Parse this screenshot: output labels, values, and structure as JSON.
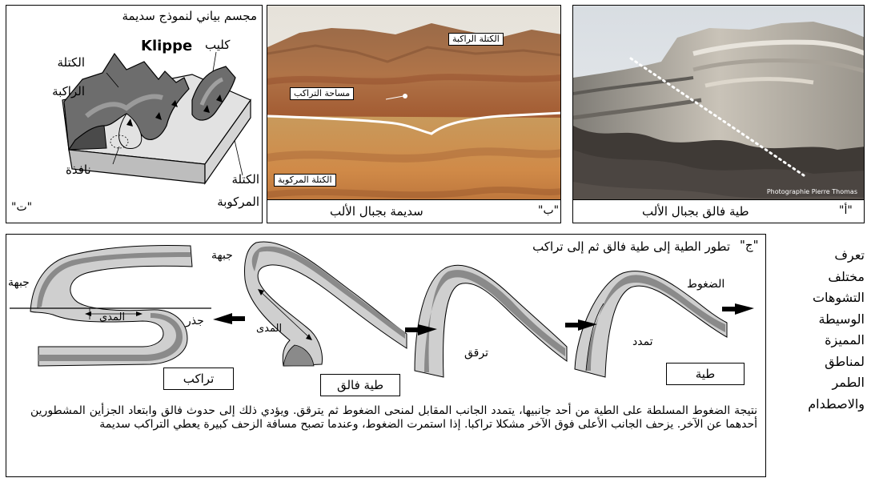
{
  "panel_ta": {
    "title": "مجسم بياني لنموذج سديمة",
    "klippe_ar": "كليب",
    "klippe_en": "Klippe",
    "upper_mass_1": "الكتلة",
    "upper_mass_2": "الراكبة",
    "window": "نافذة",
    "lower_mass_1": "الكتلة",
    "lower_mass_2": "المركوبة",
    "letter": "\"ت\""
  },
  "panel_b": {
    "upper_mass": "الكتلة الراكبة",
    "thrust_surface": "مساحة التراكب",
    "lower_mass": "الكتلة المركوبة",
    "caption": "سديمة بجبال الألب",
    "letter": "\"ب\""
  },
  "panel_a": {
    "credit": "Photographie Pierre Thomas",
    "caption": "طية فالق بجبال الألب",
    "letter": "\"أ\""
  },
  "panel_j": {
    "letter": "\"ج\"",
    "title": "تطور الطية إلى طية فالق ثم إلى تراكب",
    "compression": "الضغوط",
    "stretching": "تمدد",
    "thinning": "ترقق",
    "front_1": "جبهة",
    "front_2": "جبهة",
    "root": "جذر",
    "range_1": "المدى",
    "range_2": "المدى",
    "box_fold": "طية",
    "box_fault_fold": "طية فالق",
    "box_overthrust": "تراكب",
    "description": "نتيجة الضغوط المسلطة على الطية من أحد جانبيها، يتمدد الجانب المقابل لمنحى الضغوط ثم يترقق. ويؤدي ذلك إلى حدوث فالق وابتعاد الجزأين المشطورين أحدهما عن الآخر. يزحف الجانب الأعلى فوق الآخر مشكلا تراكبا. إذا استمرت الضغوط، وعندما تصبح مسافة الزحف كبيرة يعطي التراكب سديمة"
  },
  "side_note": {
    "lines": [
      "تعرف",
      "مختلف",
      "التشوهات",
      "الوسيطة",
      "المميزة",
      "لمناطق",
      "الطمر",
      "والاصطدام"
    ]
  }
}
